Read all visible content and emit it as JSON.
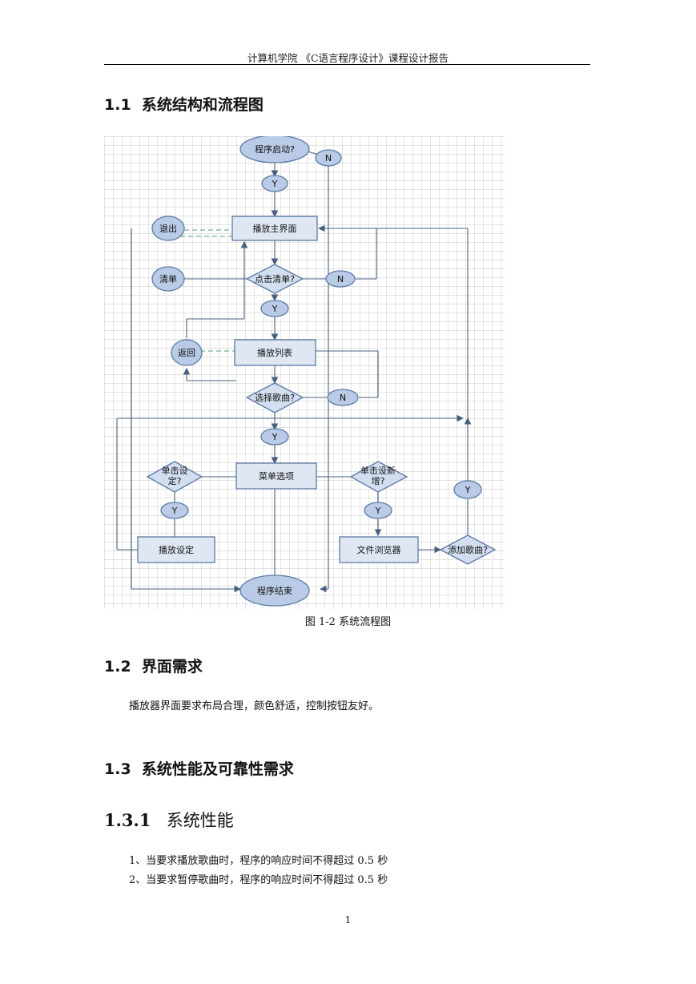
{
  "header": {
    "text": "计算机学院 《C语言程序设计》课程设计报告"
  },
  "section_1_1": {
    "number": "1.1",
    "title": "系统结构和流程图"
  },
  "flowchart": {
    "start": "程序启动?",
    "end": "程序结束",
    "main_ui": "播放主界面",
    "click_list": "点击清单?",
    "play_list": "播放列表",
    "choose_song": "选择歌曲?",
    "menu_options": "菜单选项",
    "click_settings_1": "单击设",
    "click_settings_2": "定?",
    "click_add_1": "单击设新",
    "click_add_2": "增?",
    "play_settings": "播放设定",
    "file_browser": "文件浏览器",
    "add_song": "添加歌曲?",
    "exit": "退出",
    "list": "清单",
    "back": "返回",
    "yes": "Y",
    "no": "N"
  },
  "caption": "图 1-2 系统流程图",
  "section_1_2": {
    "number": "1.2",
    "title": "界面需求"
  },
  "paragraph_1_2": "播放器界面要求布局合理，颜色舒适，控制按钮友好。",
  "section_1_3": {
    "number": "1.3",
    "title": "系统性能及可靠性需求"
  },
  "section_1_3_1": {
    "number": "1.3.1",
    "title": "系统性能"
  },
  "list_items": [
    "1、当要求播放歌曲时，程序的响应时间不得超过 0.5 秒",
    "2、当要求暂停歌曲时，程序的响应时间不得超过 0.5 秒"
  ],
  "page_number": "1"
}
